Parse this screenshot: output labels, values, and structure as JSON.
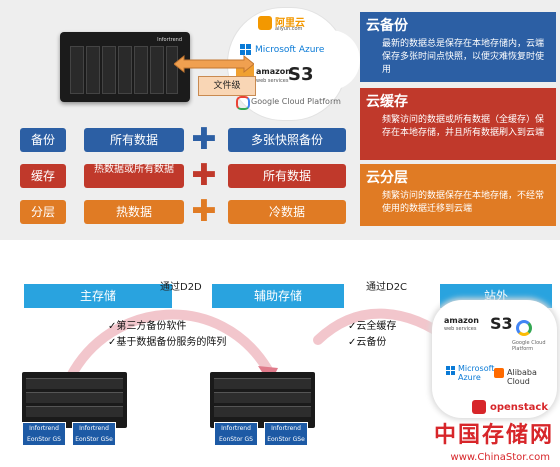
{
  "top": {
    "file_class_label": "文件级",
    "nas_brand": "Infortrend",
    "cloud_logos": {
      "aliyun": "阿里云",
      "aliyun_sub": "aliyun.com",
      "azure": "Microsoft Azure",
      "amazon_s3": "S3",
      "amazon_sub": "web services",
      "google": "Google Cloud Platform"
    },
    "rows": [
      {
        "label": "备份",
        "left": "所有数据",
        "right": "多张快照备份",
        "color": "#2c5fa4"
      },
      {
        "label": "缓存",
        "left": "热数据或所有数据",
        "right": "所有数据",
        "color": "#c0392b"
      },
      {
        "label": "分层",
        "left": "热数据",
        "right": "冷数据",
        "color": "#e07b24"
      }
    ],
    "panels": [
      {
        "title": "云备份",
        "desc": "最新的数据总是保存在本地存储内，云端保存多张时间点快照，以便灾难恢复时使用",
        "color": "#2c5fa4"
      },
      {
        "title": "云缓存",
        "desc": "频繁访问的数据或所有数据（全缓存）保存在本地存储，并且所有数据刷入到云端",
        "color": "#c0392b"
      },
      {
        "title": "云分层",
        "desc": "频繁访问的数据保存在本地存储，不经常使用的数据迁移到云端",
        "color": "#e07b24"
      }
    ]
  },
  "bottom": {
    "d2d_label": "通过D2D",
    "d2c_label": "通过D2C",
    "bands": {
      "primary": "主存储",
      "secondary": "辅助存储",
      "offsite": "站外"
    },
    "primary_bullets": [
      "✓第三方备份软件",
      "✓基于数据备份服务的阵列"
    ],
    "secondary_bullets": [
      "✓云全缓存",
      "✓云备份"
    ],
    "storage_logo": "Infortrend",
    "model_gs": "EonStor GS",
    "model_gse": "EonStor GSe",
    "offsite_logos": {
      "amazon_s3": "S3",
      "amazon_sub": "web services",
      "google": "Google Cloud Platform",
      "azure": "Microsoft Azure",
      "alibaba": "Alibaba Cloud",
      "openstack": "openstack"
    }
  },
  "watermark": {
    "title": "中国存储网",
    "url": "www.ChinaStor.com"
  }
}
